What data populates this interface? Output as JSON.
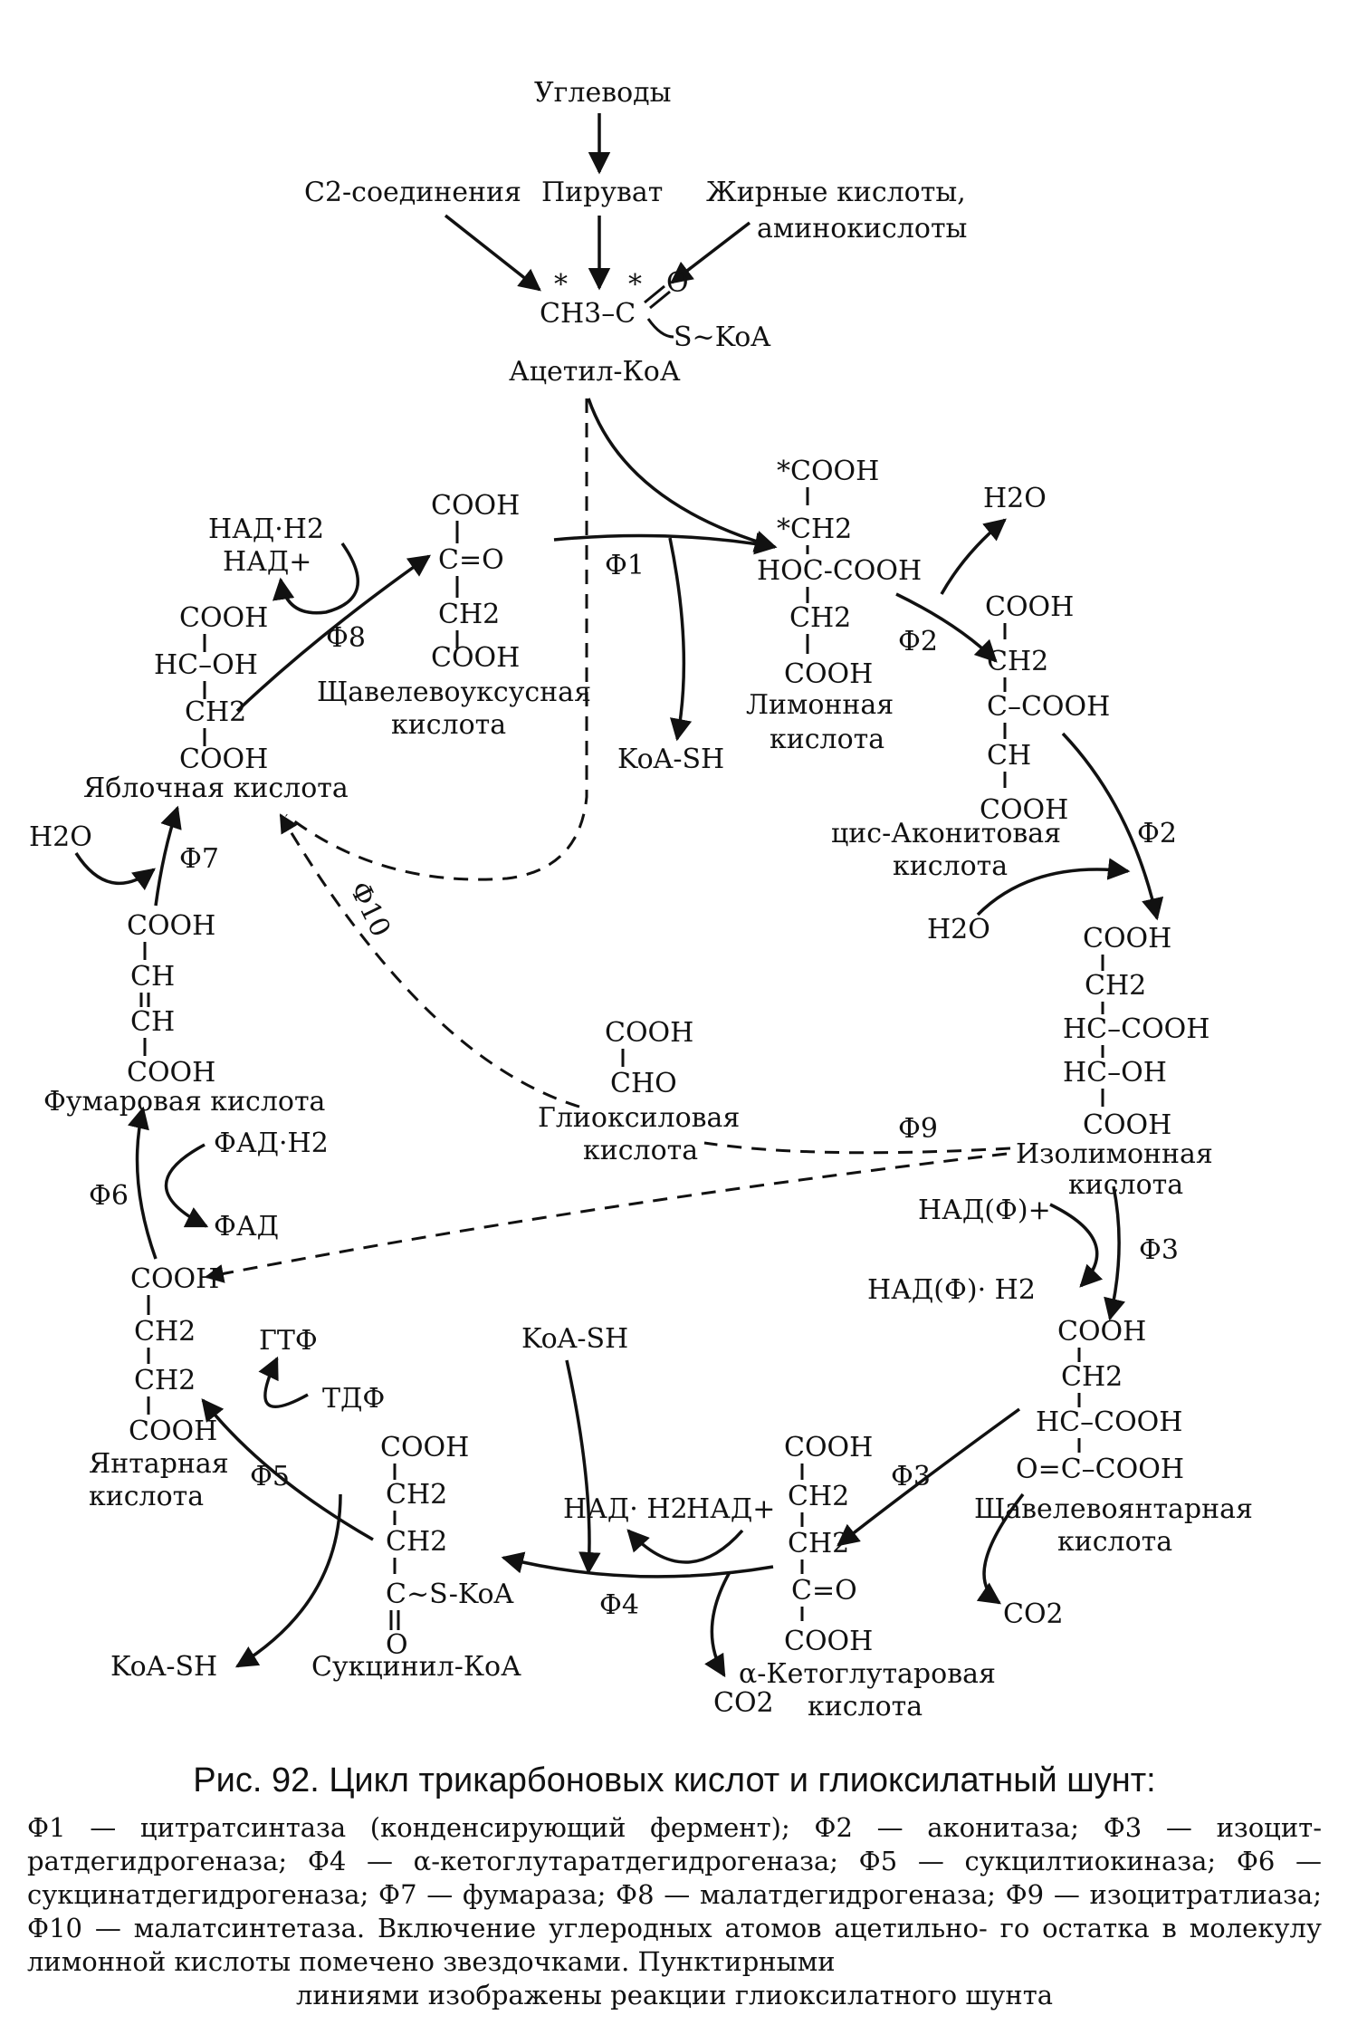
{
  "nodes": {
    "carbs": "Углеводы",
    "c2": "С2-соединения",
    "pyruvate": "Пируват",
    "fatty": "Жирные кислоты,",
    "amino": "аминокислоты",
    "acetyl_f1": "CH3–C",
    "acetyl_o": "O",
    "acetyl_s": "S~KoA",
    "acetyl_name": "Ацетил-КоА",
    "oxalo": [
      "COOH",
      "C=O",
      "CH2",
      "COOH"
    ],
    "oxalo_name": [
      "Щавелевоуксусная",
      "кислота"
    ],
    "malic": [
      "COOH",
      "HC–OH",
      "CH2",
      "COOH"
    ],
    "malic_name": "Яблочная кислота",
    "nad_h2": "НАД·H2",
    "nad_plus": "НАД+",
    "citric": [
      "*COOH",
      "*CH2",
      "HOC-COOH",
      "CH2",
      "COOH"
    ],
    "citric_name": [
      "Лимонная",
      "кислота"
    ],
    "koa_sh": "KoA-SH",
    "h2o": "H2O",
    "cisacon": [
      "COOH",
      "CH2",
      "C–COOH",
      "CH",
      "COOH"
    ],
    "cisacon_name": [
      "цис-Аконитовая",
      "кислота"
    ],
    "isocit": [
      "COOH",
      "CH2",
      "HC–COOH",
      "HC–OH",
      "COOH"
    ],
    "isocit_name": [
      "Изолимонная",
      "кислота"
    ],
    "fumaric": [
      "COOH",
      "CH",
      "CH",
      "COOH"
    ],
    "fumaric_name": "Фумаровая кислота",
    "glyox": [
      "COOH",
      "CHO"
    ],
    "glyox_name": [
      "Глиоксиловая",
      "кислота"
    ],
    "fad_h2": "ФАД·H2",
    "fad": "ФАД",
    "nadf_plus": "НАД(Ф)+",
    "nadf_h2": "НАД(Ф)· H2",
    "succinic": [
      "COOH",
      "CH2",
      "CH2",
      "COOH"
    ],
    "succinic_name": [
      "Янтарная",
      "кислота"
    ],
    "gtf": "ГТФ",
    "tdf": "ТДФ",
    "succoa": [
      "COOH",
      "CH2",
      "CH2",
      "C~S-KoA",
      "O"
    ],
    "succoa_name": "Сукцинил-КоА",
    "akg": [
      "COOH",
      "CH2",
      "CH2",
      "C=O",
      "COOH"
    ],
    "akg_name": [
      "α-Кетоглутаровая",
      "кислота"
    ],
    "oxalosucc": [
      "COOH",
      "CH2",
      "HC–COOH",
      "O=C–COOH"
    ],
    "oxalosucc_name": [
      "Щавелевоянтарная",
      "кислота"
    ],
    "nad_h2_2": "НАД· H2",
    "nad_plus_2": "НАД+",
    "co2": "CO2"
  },
  "enzymes": {
    "f1": "Ф1",
    "f2a": "Ф2",
    "f2b": "Ф2",
    "f3a": "Ф3",
    "f3b": "Ф3",
    "f4": "Ф4",
    "f5": "Ф5",
    "f6": "Ф6",
    "f7": "Ф7",
    "f8": "Ф8",
    "f9": "Ф9",
    "f10": "Ф10"
  },
  "caption": {
    "title": "Рис. 92. Цикл трикарбоновых кислот и глиоксилатный шунт:",
    "lines": [
      "Ф1 — цитратсинтаза (конденсирующий фермент); Ф2 — аконитаза; Ф3 — изоцит-",
      "ратдегидрогеназа; Ф4 — α-кетоглутаратдегидрогеназа; Ф5 — сукцилтиокиназа;",
      "Ф6 — сукцинатдегидрогеназа; Ф7 — фумараза; Ф8 — малатдегидрогеназа; Ф9 —",
      "изоцитратлиаза; Ф10 — малатсинтетаза. Включение углеродных атомов ацетильно-",
      "го остатка в молекулу лимонной кислоты помечено звездочками. Пунктирными",
      "линиями изображены реакции глиоксилатного шунта"
    ]
  }
}
